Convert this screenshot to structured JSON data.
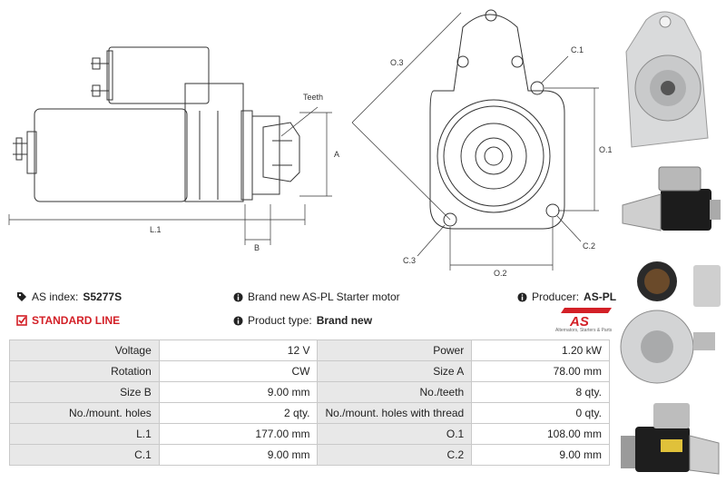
{
  "drawing_labels": {
    "teeth": "Teeth",
    "a": "A",
    "b": "B",
    "l1": "L.1",
    "o1": "O.1",
    "o2": "O.2",
    "o3": "O.3",
    "c1": "C.1",
    "c2": "C.2",
    "c3": "C.3"
  },
  "info": {
    "as_index_label": "AS index:",
    "as_index_value": "S5277S",
    "standard_line": "STANDARD LINE",
    "description": "Brand new AS-PL Starter motor",
    "product_type_label": "Product type:",
    "product_type_value": "Brand new",
    "producer_label": "Producer:",
    "producer_value": "AS-PL"
  },
  "logo": {
    "text": "AS",
    "tagline": "Alternators, Starters & Parts"
  },
  "colors": {
    "accent_red": "#d32027",
    "label_bg": "#e8e8e8",
    "border": "#c9c9c9"
  },
  "specs": [
    {
      "l1": "Voltage",
      "v1": "12 V",
      "l2": "Power",
      "v2": "1.20 kW"
    },
    {
      "l1": "Rotation",
      "v1": "CW",
      "l2": "Size A",
      "v2": "78.00 mm"
    },
    {
      "l1": "Size B",
      "v1": "9.00 mm",
      "l2": "No./teeth",
      "v2": "8 qty."
    },
    {
      "l1": "No./mount. holes",
      "v1": "2 qty.",
      "l2": "No./mount. holes with thread",
      "v2": "0 qty."
    },
    {
      "l1": "L.1",
      "v1": "177.00 mm",
      "l2": "O.1",
      "v2": "108.00 mm"
    },
    {
      "l1": "C.1",
      "v1": "9.00 mm",
      "l2": "C.2",
      "v2": "9.00 mm"
    }
  ]
}
